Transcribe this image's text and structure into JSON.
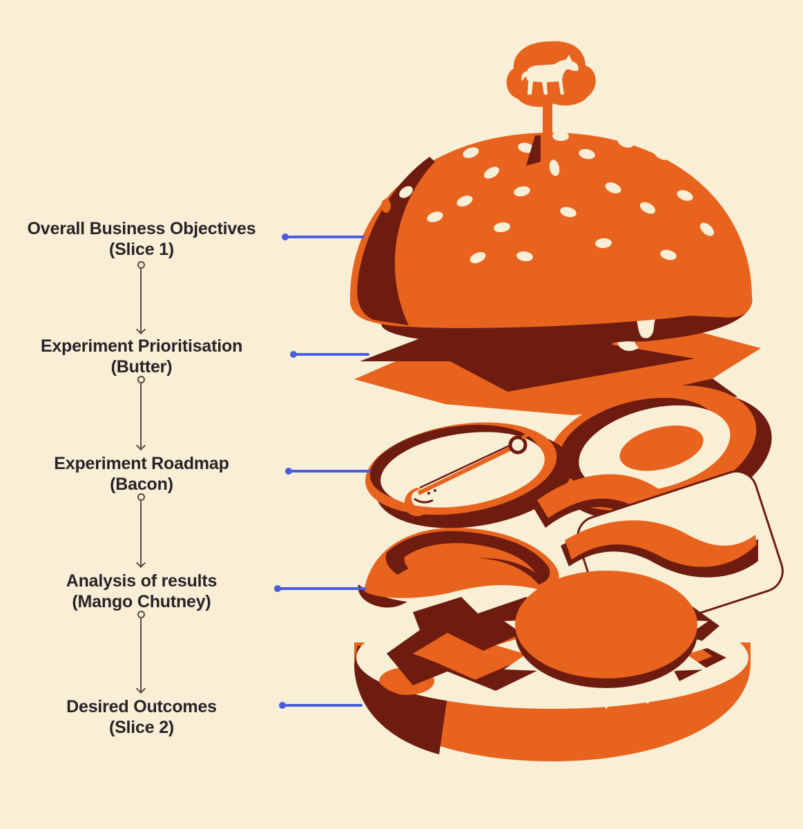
{
  "title": "Exploded burger diagram mapping experimentation process steps to burger layers",
  "labels": [
    {
      "title": "Overall Business Objectives",
      "subtitle": "(Slice 1)"
    },
    {
      "title": "Experiment Prioritisation",
      "subtitle": "(Butter)"
    },
    {
      "title": "Experiment Roadmap",
      "subtitle": "(Bacon)"
    },
    {
      "title": "Analysis of results",
      "subtitle": "(Mango Chutney)"
    },
    {
      "title": "Desired Outcomes",
      "subtitle": "(Slice 2)"
    }
  ],
  "illustration": {
    "topper": "horse silhouette badge on a cocktail stick",
    "layers_top_to_bottom": [
      "sesame top bun",
      "butter sheets",
      "pin badges",
      "bacon strips",
      "mango chutney",
      "lettuce and patty",
      "bottom bun"
    ]
  },
  "colors": {
    "background": "#F9EFD6",
    "orange": "#E7631E",
    "dark_maroon": "#6E1B10",
    "cream": "#F9EFD6",
    "pointer_line_blue": "#4A5CE0",
    "text": "#2B2127",
    "flow_arrow": "#5A4A42"
  }
}
